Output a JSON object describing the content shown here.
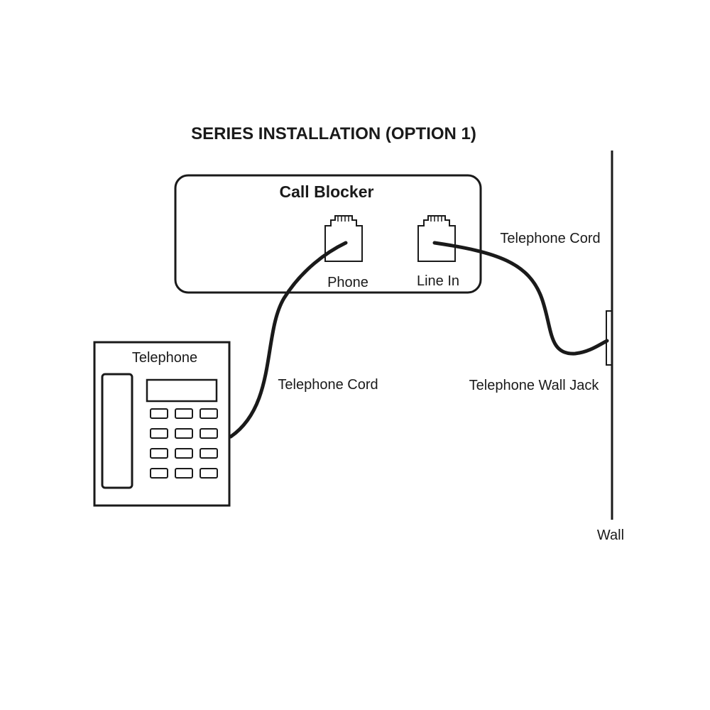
{
  "diagram": {
    "title": "SERIES INSTALLATION (OPTION 1)",
    "call_blocker": {
      "label": "Call Blocker",
      "ports": {
        "phone": "Phone",
        "line_in": "Line In"
      }
    },
    "telephone": {
      "label": "Telephone"
    },
    "cords": {
      "phone_cord": "Telephone Cord",
      "line_cord": "Telephone Cord"
    },
    "wall_jack": "Telephone Wall Jack",
    "wall": "Wall"
  },
  "colors": {
    "line": "#1a1a1a",
    "background": "#ffffff"
  }
}
